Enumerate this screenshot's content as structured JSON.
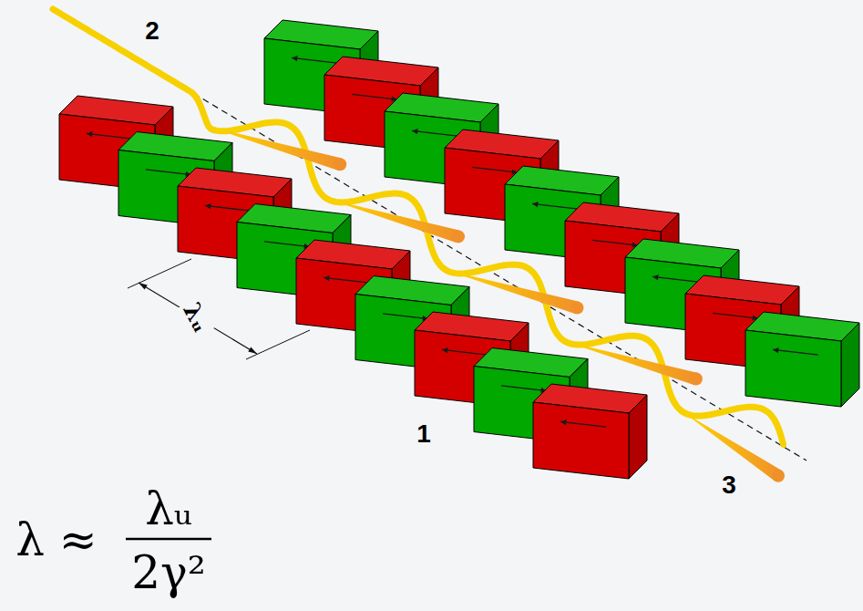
{
  "diagram": {
    "labels": [
      "2",
      "1",
      "3",
      "λᵤ",
      "λ ≈",
      "λᵤ",
      "2γ²"
    ]
  }
}
